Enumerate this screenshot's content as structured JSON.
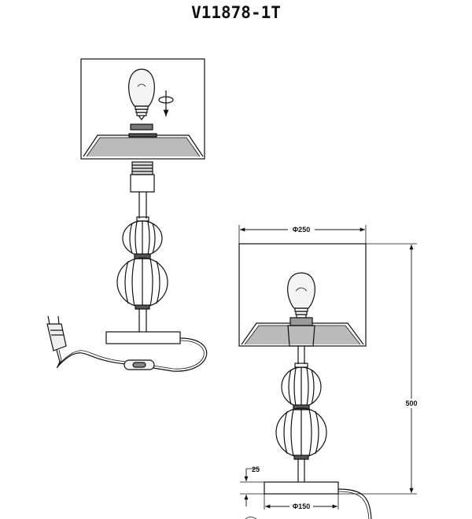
{
  "title": "V11878-1T",
  "dimensions": {
    "shade_diameter": "Φ250",
    "height": "500",
    "base_height": "25",
    "base_diameter": "Φ150"
  }
}
